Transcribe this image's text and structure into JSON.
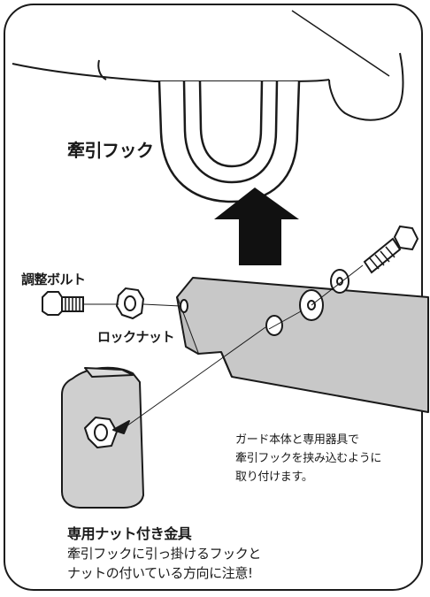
{
  "labels": {
    "tow_hook": "牽引フック",
    "adjust_bolt": "調整ボルト",
    "lock_nut": "ロックナット"
  },
  "instruction": {
    "line1": "ガード本体と専用器具で",
    "line2": "牽引フックを挟み込むように",
    "line3": "取り付けます。"
  },
  "note": {
    "title": "専用ナット付き金具",
    "line1": "牽引フックに引っ掛けるフックと",
    "line2": "ナットの付いている方向に注意!"
  },
  "colors": {
    "line": "#1a1a1a",
    "plate_fill": "#c8c8c8",
    "bracket_fill": "#cfcfcf",
    "arrow_fill": "#111111"
  }
}
